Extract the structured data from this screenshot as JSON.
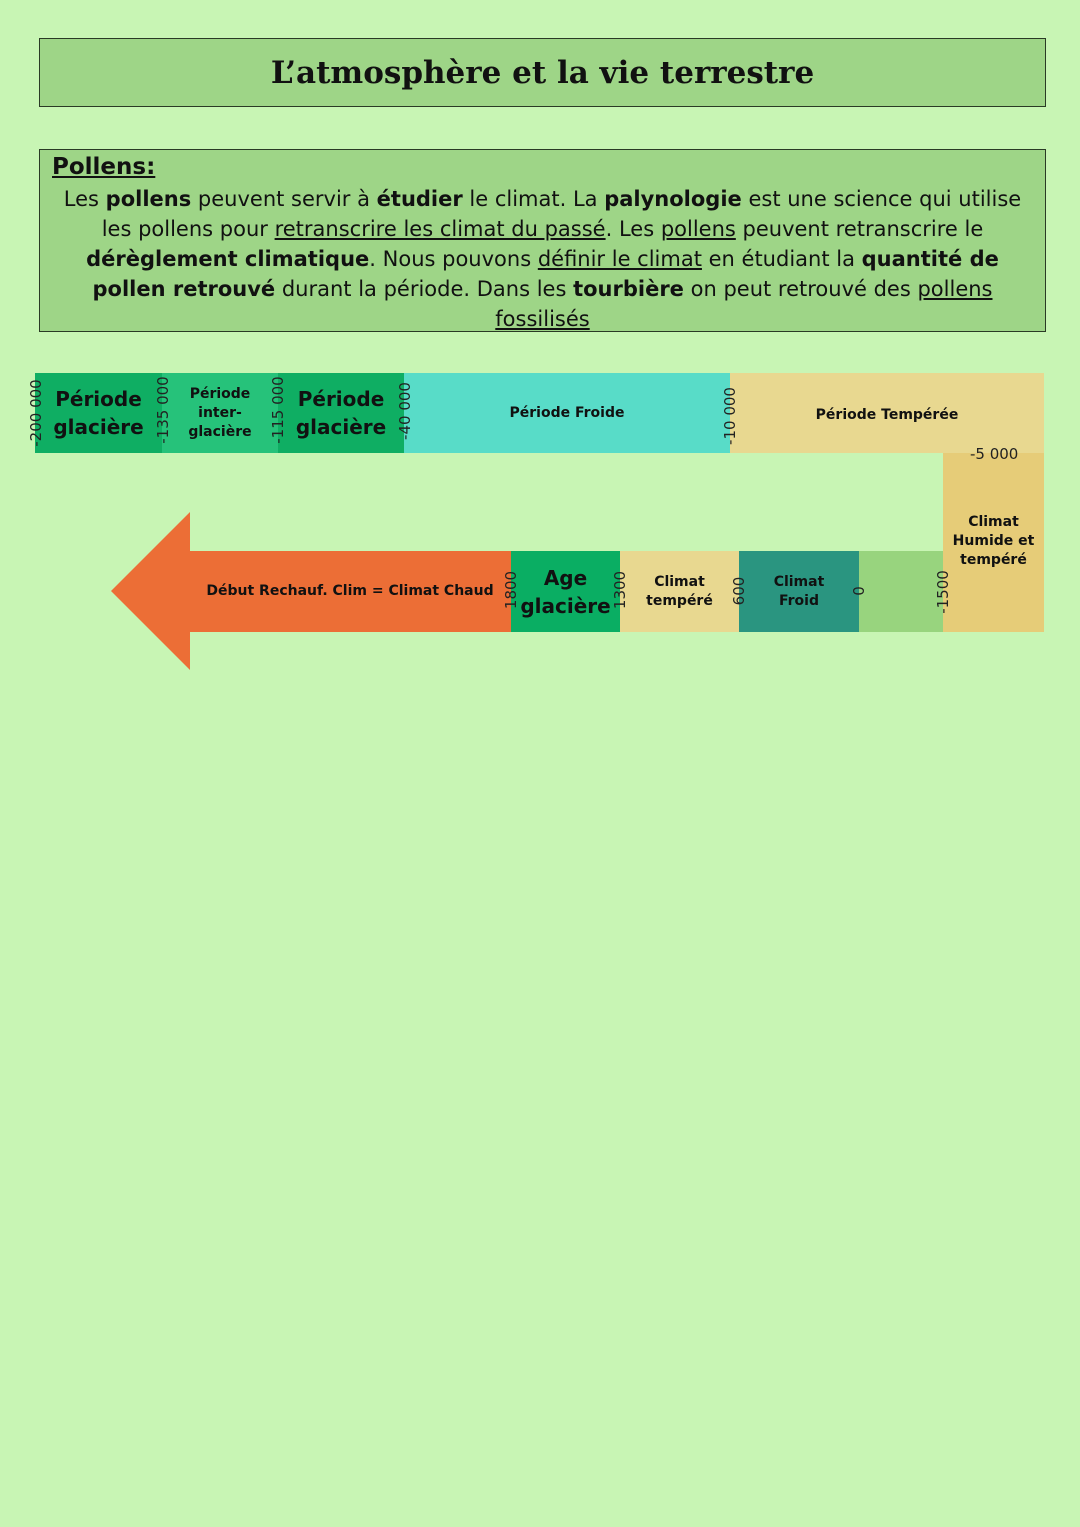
{
  "title": "L’atmosphère et la vie terrestre",
  "pollens": {
    "heading": "Pollens:",
    "t1": "Les ",
    "b1": "pollens",
    "t2": " peuvent servir à ",
    "b2": "étudier",
    "t3": " le climat. La ",
    "b3": "palynologie",
    "t4": " est une science qui utilise les pollens pour ",
    "u1": "retranscrire les climat du passé",
    "t5": ". Les ",
    "u2": "pollens",
    "t6": " peuvent retranscrire le ",
    "b4": "dérèglement climatique",
    "t7": ". Nous pouvons ",
    "u3": "définir le climat",
    "t8": " en étudiant la ",
    "b5": "quantité de pollen retrouvé",
    "t9": " durant la période. Dans les ",
    "b6": "tourbière",
    "t10": " on peut retrouvé des ",
    "u4": "pollens fossilisés"
  },
  "timeline": {
    "periods": [
      "Période glacière",
      "Période inter-glacière",
      "Période glacière",
      "Période Froide",
      "Période Tempérée",
      "Climat Humide et tempéré",
      "Climat Froid",
      "Climat tempéré",
      "Age glacière",
      "Début Rechauf. Clim = Climat Chaud"
    ],
    "ticks": [
      "-200 000",
      "-135 000",
      "-115 000",
      "-40 000",
      "-10 000",
      "-5 000",
      "-1500",
      "0",
      "600",
      "1300",
      "1800"
    ],
    "colors": {
      "glacial": "#0fae63",
      "interglacial": "#26c27a",
      "froide": "#58dcc8",
      "temperee": "#e8d890",
      "humide": "#e6cc78",
      "froid": "#2a9580",
      "light": "#98d47e",
      "chaud": "#ec6e36"
    }
  }
}
